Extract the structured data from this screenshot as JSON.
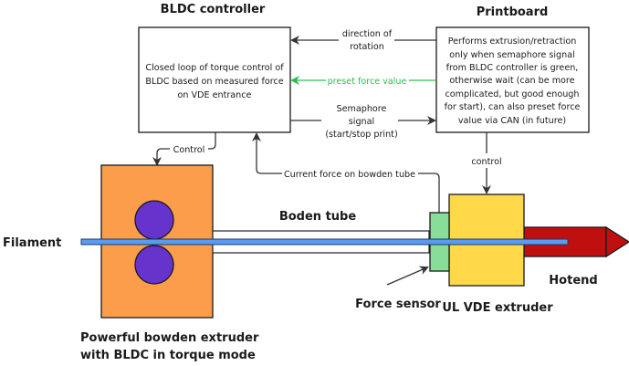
{
  "titles": {
    "bldc_controller": "BLDC controller",
    "printboard": "Printboard",
    "filament": "Filament",
    "boden_tube": "Boden tube",
    "hotend": "Hotend",
    "force_sensor": "Force sensor",
    "vde_extruder": "UL VDE extruder",
    "bowden_extruder_line1": "Powerful bowden extruder",
    "bowden_extruder_line2": "with BLDC in torque mode"
  },
  "bldc_box": {
    "lines": [
      "Closed loop of torque control of",
      "BLDC based on measured force",
      "on VDE entrance"
    ]
  },
  "printboard_box": {
    "lines": [
      "Performs extrusion/retraction",
      "only when semaphore signal",
      "from BLDC controller is green,",
      "otherwise wait (can be more",
      "complicated, but good enough",
      "for start), can also preset force",
      "value via CAN (in future)"
    ]
  },
  "arrows": {
    "direction_line1": "direction of",
    "direction_line2": "rotation",
    "preset_force": "preset force value",
    "semaphore_line1": "Semaphore",
    "semaphore_line2": "signal",
    "semaphore_line3": "(start/stop print)",
    "control_bldc": "Control",
    "control_printboard": "control",
    "current_force": "Current force on bowden tube"
  },
  "colors": {
    "orange_extruder": "#fb9d4b",
    "roller_purple": "#6633cc",
    "filament_blue": "#5b9bef",
    "sensor_green": "#88dd99",
    "vde_yellow": "#ffd94a",
    "hotend_red": "#c00f0f",
    "signal_green": "#2dbd4e"
  }
}
